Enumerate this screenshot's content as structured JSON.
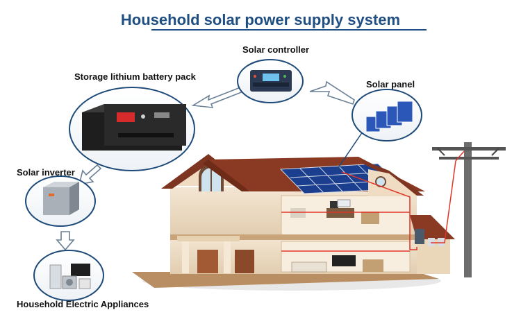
{
  "diagram": {
    "title": "Household solar power supply system",
    "labels": {
      "controller": "Solar controller",
      "battery": "Storage lithium battery pack",
      "panel": "Solar panel",
      "inverter": "Solar inverter",
      "appliances": "Household Electric Appliances"
    },
    "colors": {
      "title": "#1f4f82",
      "bubble_stroke": "#1d4a78",
      "arrow": "#6a7f96",
      "wire": "#e0352b",
      "roof": "#8a3a22",
      "solar_cell": "#2a57b8"
    }
  }
}
